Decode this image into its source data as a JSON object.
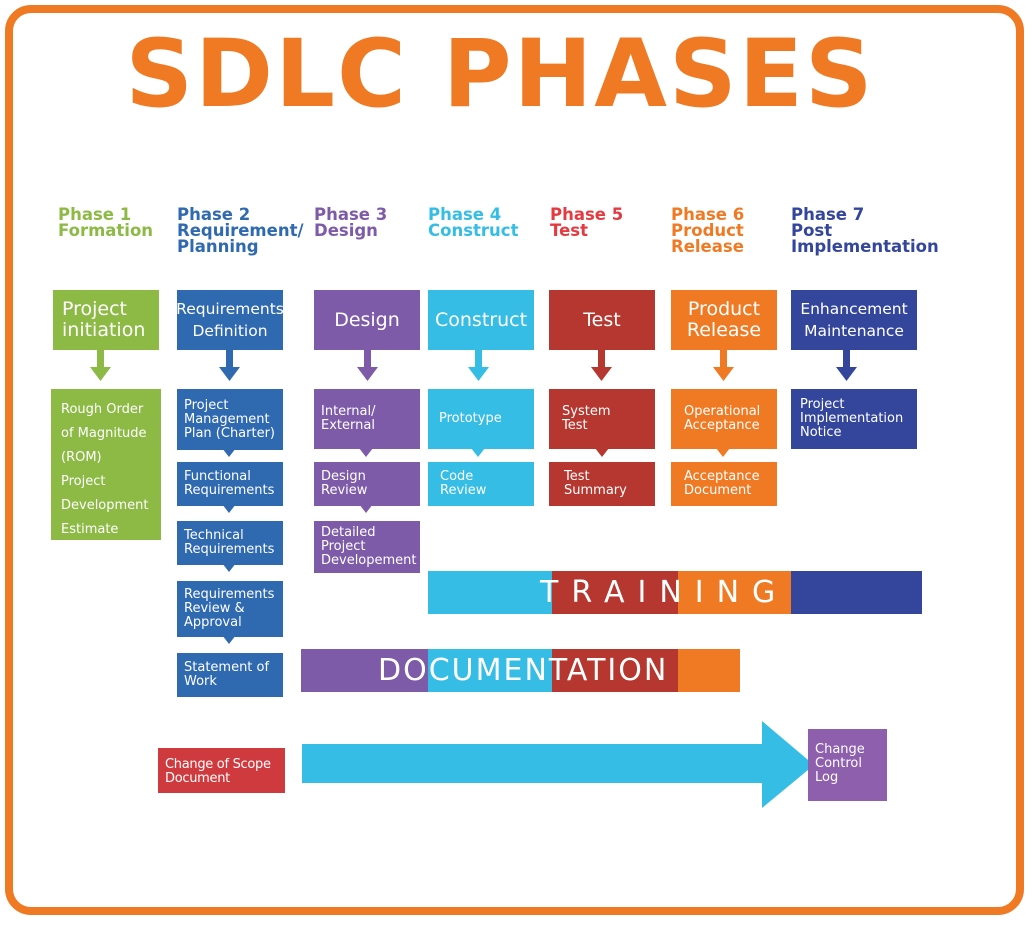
{
  "title": "SDLC PHASES",
  "colors": {
    "orange": "#f07a24",
    "green": "#8cba45",
    "blue": "#2f69b0",
    "purple": "#7e5ba8",
    "cyan": "#36bde5",
    "red": "#b5372f",
    "darkblue": "#34469c",
    "crimson": "#cf3a3e"
  },
  "phases": [
    {
      "label": [
        "Phase 1",
        "Formation"
      ],
      "color": "#8cba45"
    },
    {
      "label": [
        "Phase 2",
        "Requirement/",
        "Planning"
      ],
      "color": "#2f69b0"
    },
    {
      "label": [
        "Phase 3",
        "Design"
      ],
      "color": "#7e5ba8"
    },
    {
      "label": [
        "Phase 4",
        "Construct"
      ],
      "color": "#36bde5"
    },
    {
      "label": [
        "Phase 5",
        "Test"
      ],
      "color": "#e53a40"
    },
    {
      "label": [
        "Phase 6",
        "Product",
        "Release"
      ],
      "color": "#f07a24"
    },
    {
      "label": [
        "Phase 7",
        "Post",
        "Implementation"
      ],
      "color": "#34469c"
    }
  ],
  "top_boxes": [
    [
      "Project",
      "initiation"
    ],
    [
      "Requirements",
      "Definition"
    ],
    [
      "Design"
    ],
    [
      "Construct"
    ],
    [
      "Test"
    ],
    [
      "Product",
      "Release"
    ],
    [
      "Enhancement",
      "Maintenance"
    ]
  ],
  "phase1_detail": [
    "Rough Order",
    "of Magnitude",
    "(ROM)",
    "Project",
    "Development",
    "Estimate"
  ],
  "phase2_steps": [
    [
      "Project",
      "Management",
      "Plan (Charter)"
    ],
    [
      "Functional",
      "Requirements"
    ],
    [
      "Technical",
      "Requirements"
    ],
    [
      "Requirements",
      "Review &",
      "Approval"
    ],
    [
      "Statement of",
      "Work"
    ]
  ],
  "phase3_steps": [
    [
      "Internal/",
      "External"
    ],
    [
      "Design",
      "Review"
    ],
    [
      "Detailed",
      "Project",
      "Developement"
    ]
  ],
  "phase4_steps": [
    [
      "Prototype"
    ],
    [
      "Code",
      "Review"
    ]
  ],
  "phase5_steps": [
    [
      "System",
      "Test"
    ],
    [
      "Test",
      "Summary"
    ]
  ],
  "phase6_steps": [
    [
      "Operational",
      "Acceptance"
    ],
    [
      "Acceptance",
      "Document"
    ]
  ],
  "phase7_steps": [
    [
      "Project",
      "Implementation",
      "Notice"
    ]
  ],
  "training_label": "TRAINING",
  "documentation_label": "DOCUMENTATION",
  "change_of_scope": [
    "Change of Scope",
    "Document"
  ],
  "change_control_log": [
    "Change",
    "Control",
    "Log"
  ]
}
